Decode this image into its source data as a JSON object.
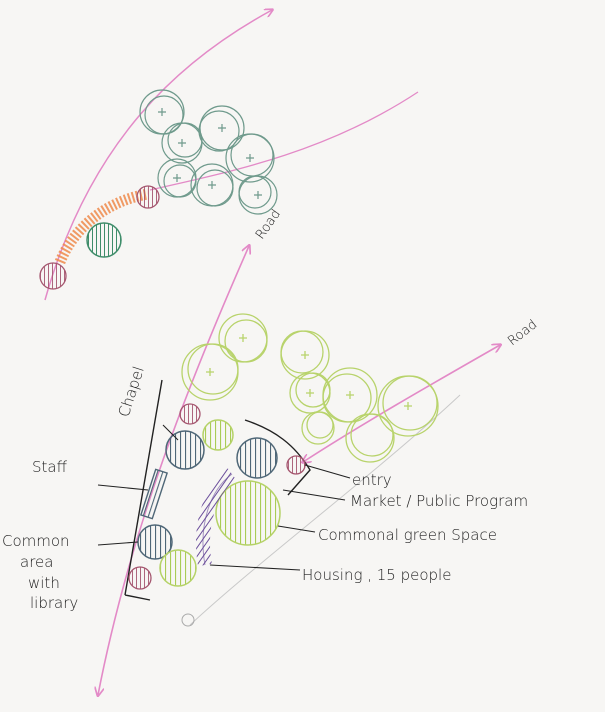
{
  "labels": {
    "road_upper": "Road",
    "road_lower": "Road",
    "chapel": "Chapel",
    "staff": "Staff",
    "entry": "entry",
    "market": "Market / Public Program",
    "green": "Commonal green Space",
    "housing": "Housing , 15 people",
    "common_1": "Common",
    "common_2": "area",
    "common_3": "with",
    "common_4": "library"
  },
  "colors": {
    "road_pink": "#e38ac7",
    "tree_teal": "#6f9a8c",
    "tree_lime": "#b8d36b",
    "slate": "#4f6777",
    "lime_fill": "#b5d267",
    "purple": "#6b4e9b",
    "orange": "#ef8a4a",
    "maroon": "#a5566f",
    "teal_dark": "#3f8d6a"
  }
}
